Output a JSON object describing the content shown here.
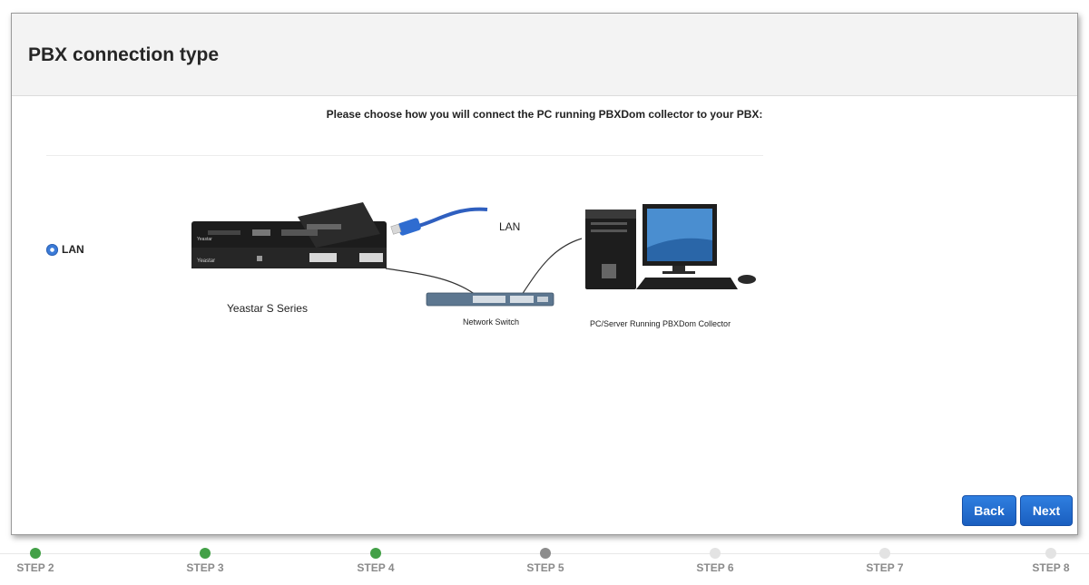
{
  "header": {
    "title": "PBX connection type"
  },
  "instruction": "Please choose how you will connect the PC running PBXDom collector to your PBX:",
  "options": [
    {
      "label": "LAN",
      "selected": true
    }
  ],
  "diagram": {
    "pbx_label": "Yeastar S Series",
    "cable_label": "LAN",
    "switch_label": "Network Switch",
    "pc_label": "PC/Server Running PBXDom Collector",
    "device_brand": "Yeastar"
  },
  "buttons": {
    "back": "Back",
    "next": "Next"
  },
  "colors": {
    "accent": "#1f6fd6",
    "step_done": "#43a047",
    "step_current": "#8c8c8c",
    "step_pending": "#e3e3e3"
  },
  "steps": [
    {
      "label": "STEP 2",
      "state": "done"
    },
    {
      "label": "STEP 3",
      "state": "done"
    },
    {
      "label": "STEP 4",
      "state": "done"
    },
    {
      "label": "STEP 5",
      "state": "current"
    },
    {
      "label": "STEP 6",
      "state": "pending"
    },
    {
      "label": "STEP 7",
      "state": "pending"
    },
    {
      "label": "STEP 8",
      "state": "pending"
    }
  ]
}
